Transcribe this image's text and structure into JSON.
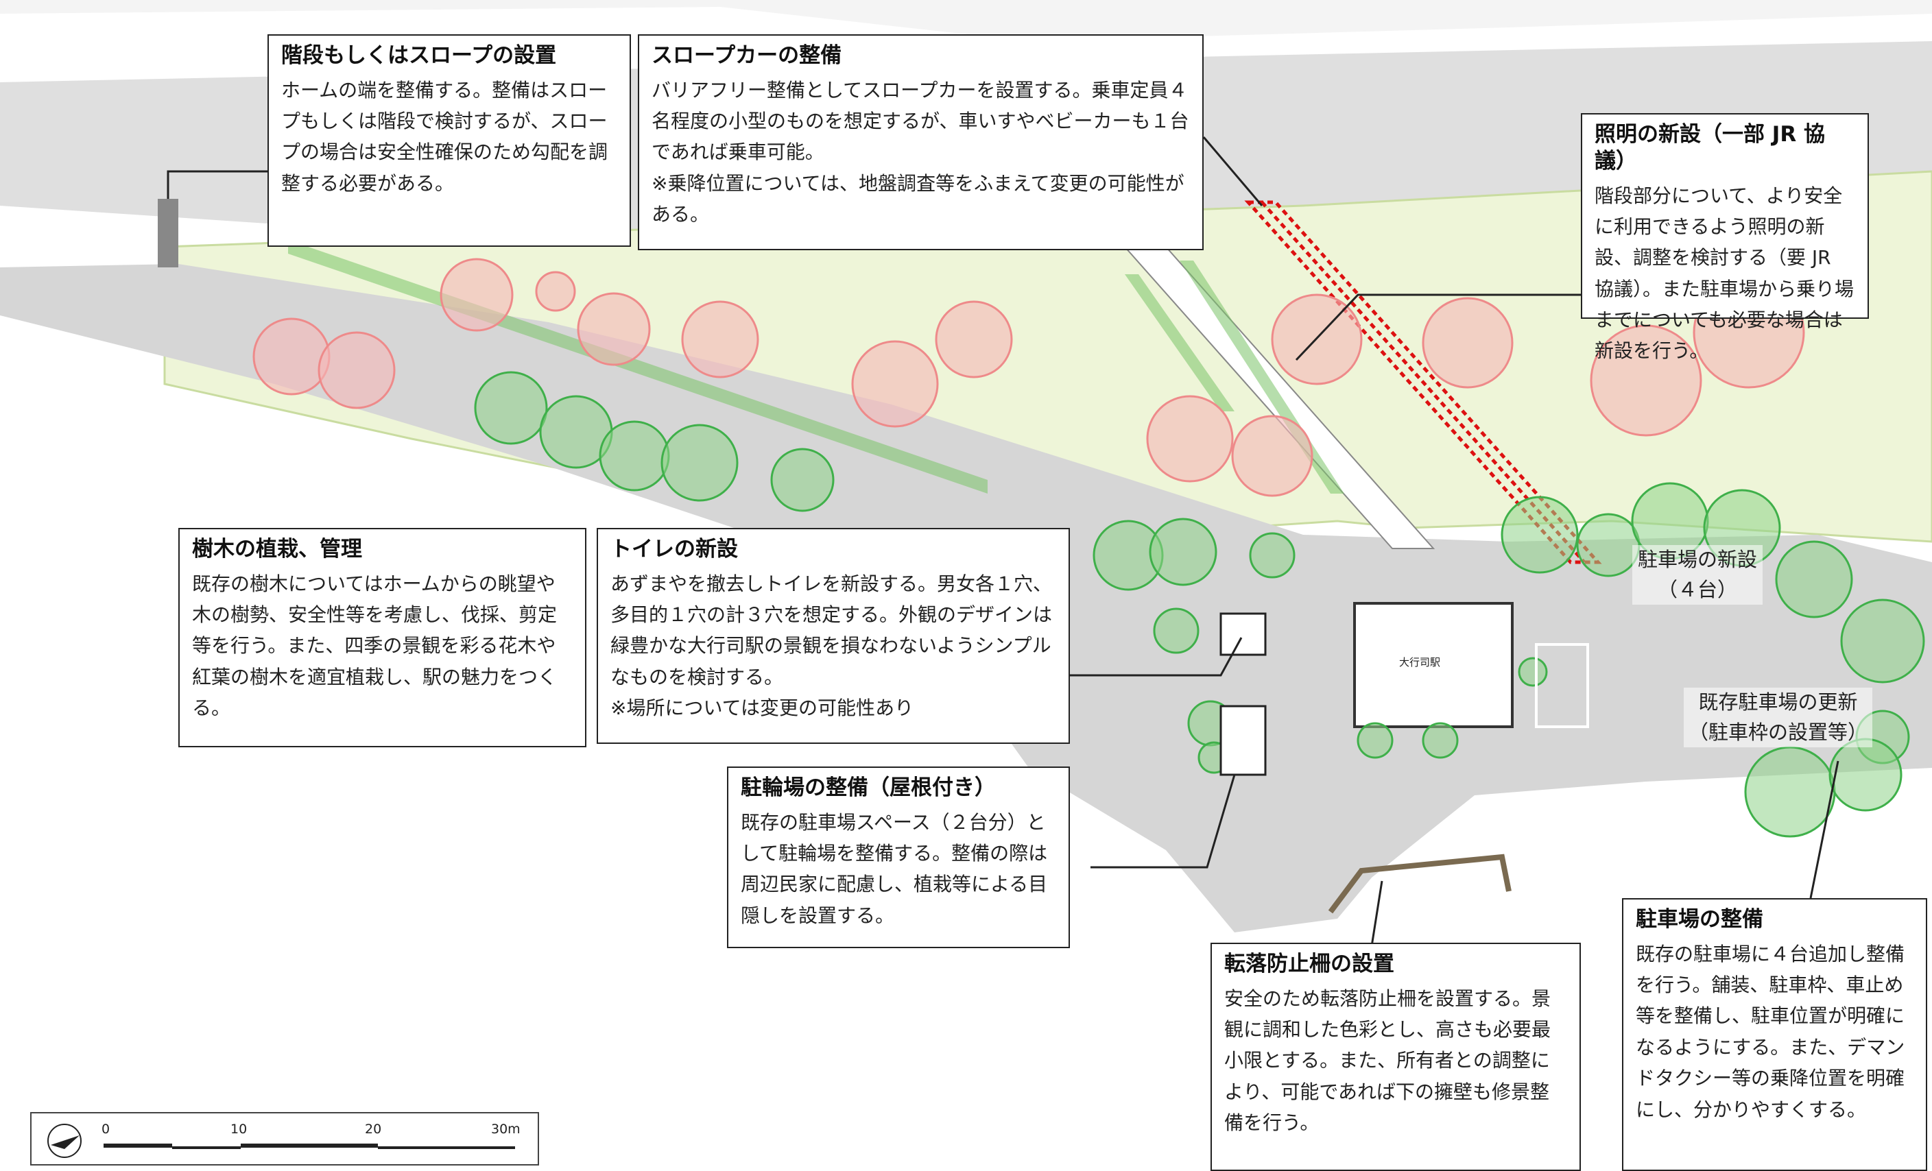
{
  "colors": {
    "existing_tree": "#3fb04a",
    "new_tree": "#ee8a8a",
    "lawn": "#eef5d8",
    "road": "#d6d6d6",
    "slope_car": "#dd1111"
  },
  "callouts": {
    "stairs": {
      "title": "階段もしくはスロープの設置",
      "body": "ホームの端を整備する。整備はスロープもしくは階段で検討するが、スロープの場合は安全性確保のため勾配を調整する必要がある。"
    },
    "slopecar": {
      "title": "スロープカーの整備",
      "body": "バリアフリー整備としてスロープカーを設置する。乗車定員４名程度の小型のものを想定するが、車いすやベビーカーも１台であれば乗車可能。",
      "note": "※乗降位置については、地盤調査等をふまえて変更の可能性がある。"
    },
    "lighting": {
      "title": "照明の新設（一部 JR 協議）",
      "body": "階段部分について、より安全に利用できるよう照明の新設、調整を検討する（要 JR 協議）。また駐車場から乗り場までについても必要な場合は新設を行う。"
    },
    "trees": {
      "title": "樹木の植栽、管理",
      "body": "既存の樹木についてはホームからの眺望や木の樹勢、安全性等を考慮し、伐採、剪定等を行う。また、四季の景観を彩る花木や紅葉の樹木を適宜植栽し、駅の魅力をつくる。"
    },
    "toilet": {
      "title": "トイレの新設",
      "body": "あずまやを撤去しトイレを新設する。男女各１穴、多目的１穴の計３穴を想定する。外観のデザインは緑豊かな大行司駅の景観を損なわないようシンプルなものを検討する。",
      "note": "※場所については変更の可能性あり"
    },
    "bicycle": {
      "title": "駐輪場の整備（屋根付き）",
      "body": "既存の駐車場スペース（２台分）として駐輪場を整備する。整備の際は周辺民家に配慮し、植栽等による目隠しを設置する。"
    },
    "fence": {
      "title": "転落防止柵の設置",
      "body": "安全のため転落防止柵を設置する。景観に調和した色彩とし、高さも必要最小限とする。また、所有者との調整により、可能であれば下の擁壁も修景整備を行う。"
    },
    "parking": {
      "title": "駐車場の整備",
      "body": "既存の駐車場に４台追加し整備を行う。舗装、駐車枠、車止め等を整備し、駐車位置が明確になるようにする。また、デマンドタクシー等の乗降位置を明確にし、分かりやすくする。"
    }
  },
  "map_labels": {
    "new_parking": "駐車場の新設",
    "new_parking_count": "（４台）",
    "parking_update": "既存駐車場の更新",
    "parking_update_detail": "（駐車枠の設置等）",
    "station": "大行司駅"
  },
  "scale": {
    "ticks": [
      "0",
      "10",
      "20",
      "30m"
    ]
  }
}
